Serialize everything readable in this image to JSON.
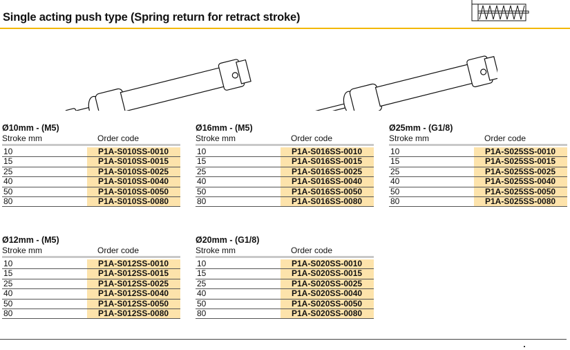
{
  "title": "Single acting push type  (Spring return for retract stroke)",
  "colors": {
    "accent": "#f2b705",
    "code_bg": "#fde3ab"
  },
  "icons": [
    "single-acting-spring-symbol-icon",
    "cylinder-retracted-image",
    "cylinder-extended-image"
  ],
  "header": {
    "stroke": "Stroke mm",
    "code": "Order code"
  },
  "groups": [
    {
      "heading": "Ø10mm - (M5)",
      "rows": [
        [
          "10",
          "P1A-S010SS-0010"
        ],
        [
          "15",
          "P1A-S010SS-0015"
        ],
        [
          "25",
          "P1A-S010SS-0025"
        ],
        [
          "40",
          "P1A-S010SS-0040"
        ],
        [
          "50",
          "P1A-S010SS-0050"
        ],
        [
          "80",
          "P1A-S010SS-0080"
        ]
      ]
    },
    {
      "heading": "Ø16mm - (M5)",
      "rows": [
        [
          "10",
          "P1A-S016SS-0010"
        ],
        [
          "15",
          "P1A-S016SS-0015"
        ],
        [
          "25",
          "P1A-S016SS-0025"
        ],
        [
          "40",
          "P1A-S016SS-0040"
        ],
        [
          "50",
          "P1A-S016SS-0050"
        ],
        [
          "80",
          "P1A-S016SS-0080"
        ]
      ]
    },
    {
      "heading": "Ø25mm - (G1/8)",
      "rows": [
        [
          "10",
          "P1A-S025SS-0010"
        ],
        [
          "15",
          "P1A-S025SS-0015"
        ],
        [
          "25",
          "P1A-S025SS-0025"
        ],
        [
          "40",
          "P1A-S025SS-0040"
        ],
        [
          "50",
          "P1A-S025SS-0050"
        ],
        [
          "80",
          "P1A-S025SS-0080"
        ]
      ]
    },
    {
      "heading": "Ø12mm - (M5)",
      "rows": [
        [
          "10",
          "P1A-S012SS-0010"
        ],
        [
          "15",
          "P1A-S012SS-0015"
        ],
        [
          "25",
          "P1A-S012SS-0025"
        ],
        [
          "40",
          "P1A-S012SS-0040"
        ],
        [
          "50",
          "P1A-S012SS-0050"
        ],
        [
          "80",
          "P1A-S012SS-0080"
        ]
      ]
    },
    {
      "heading": "Ø20mm - (G1/8)",
      "rows": [
        [
          "10",
          "P1A-S020SS-0010"
        ],
        [
          "15",
          "P1A-S020SS-0015"
        ],
        [
          "25",
          "P1A-S020SS-0025"
        ],
        [
          "40",
          "P1A-S020SS-0040"
        ],
        [
          "50",
          "P1A-S020SS-0050"
        ],
        [
          "80",
          "P1A-S020SS-0080"
        ]
      ]
    }
  ]
}
